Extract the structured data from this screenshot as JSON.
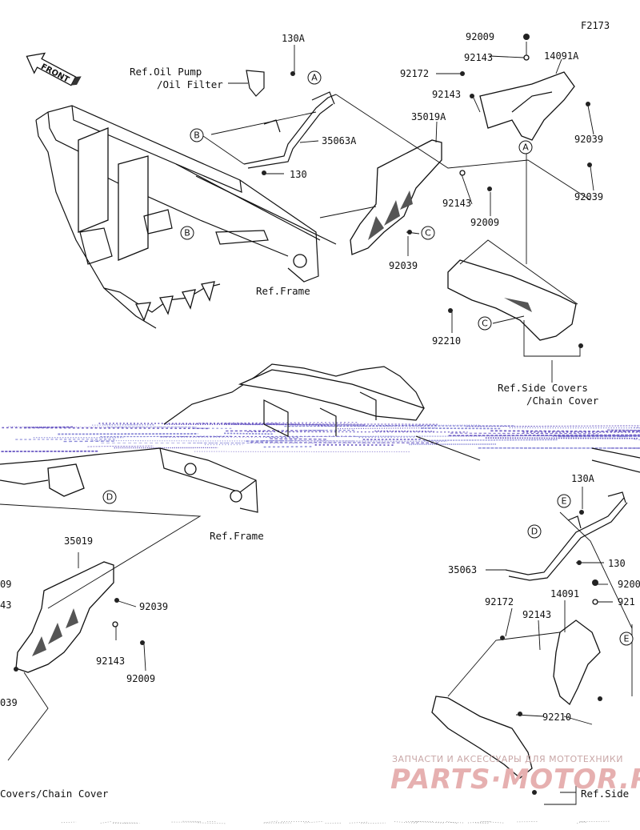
{
  "figure_id": "F2173",
  "front_label": "FRONT",
  "upper": {
    "refs": {
      "oil_pump_1": "Ref.Oil Pump",
      "oil_pump_2": "/Oil Filter",
      "frame": "Ref.Frame",
      "side_covers_1": "Ref.Side Covers",
      "side_covers_2": "/Chain Cover"
    },
    "parts": {
      "p130A": "130A",
      "p35063A": "35063A",
      "p130": "130",
      "p35019A": "35019A",
      "p92143a": "92143",
      "p92009a": "92009",
      "p92039a": "92039",
      "p92009b": "92009",
      "p92143b": "92143",
      "p14091A": "14091A",
      "p92172": "92172",
      "p92143c": "92143",
      "p92039b": "92039",
      "p92039c": "92039",
      "p92210": "92210"
    },
    "callouts": {
      "a1": "A",
      "a2": "A",
      "b1": "B",
      "b2": "B",
      "c1": "C",
      "c2": "C"
    }
  },
  "lower": {
    "refs": {
      "frame": "Ref.Frame",
      "side_covers": "Covers/Chain Cover",
      "side_right": "Ref.Side"
    },
    "parts": {
      "p35019": "35019",
      "p09": "09",
      "p43": "43",
      "p92039a": "92039",
      "p92143a": "92143",
      "p92009a": "92009",
      "p039": "039",
      "p130A": "130A",
      "p130": "130",
      "p35063": "35063",
      "p9200x": "9200",
      "p921x": "921",
      "p92172": "92172",
      "p92143b": "92143",
      "p14091": "14091",
      "p92210": "92210"
    },
    "callouts": {
      "d1": "D",
      "d2": "D",
      "e1": "E",
      "e2": "E"
    }
  },
  "watermark": {
    "line1": "ЗАПЧАСТИ И АКСЕССУАРЫ ДЛЯ МОТОТЕХНИКИ",
    "line2": "PARTS·MOTOR.RU"
  }
}
